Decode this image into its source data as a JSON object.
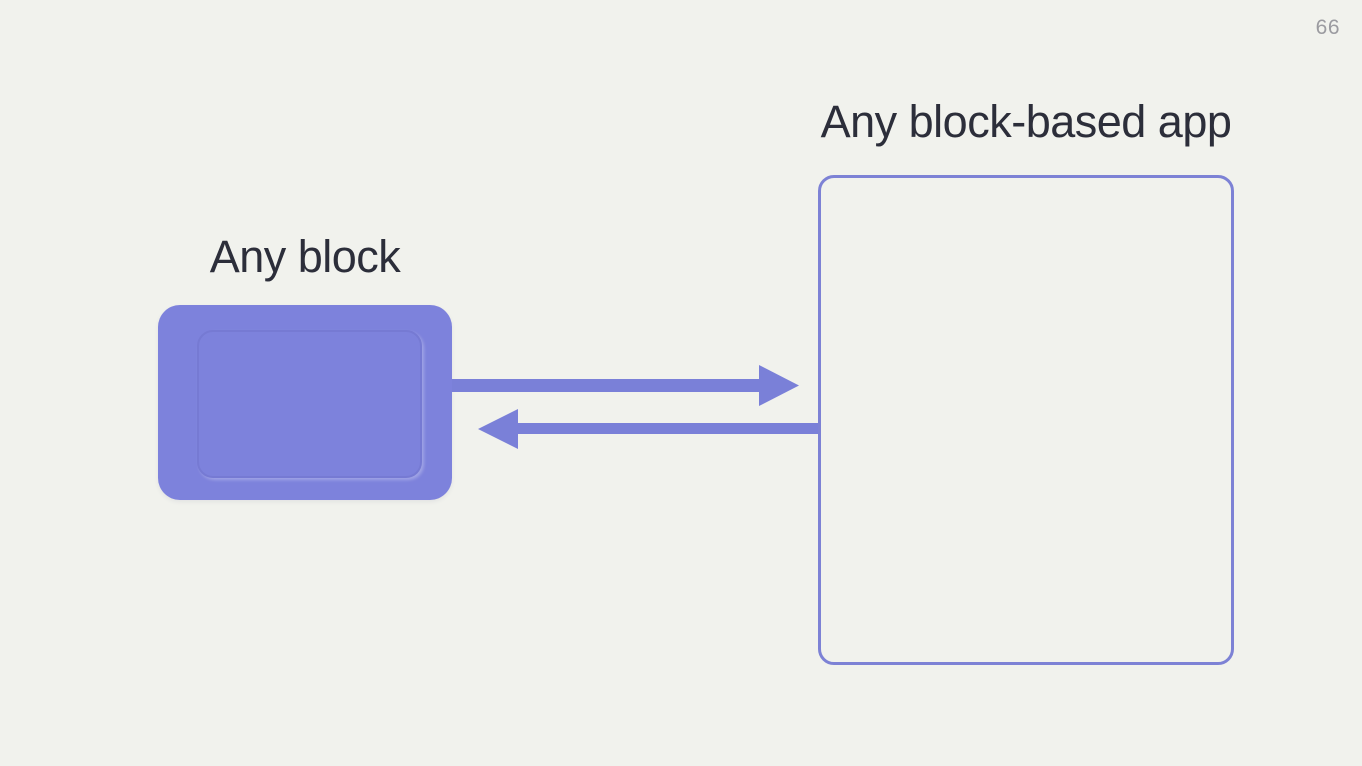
{
  "slide": {
    "page_number": "66",
    "background_color": "#F1F2ED",
    "text_color": "#2C2E3A"
  },
  "block": {
    "label": "Any block",
    "fill_color": "#7D82DC"
  },
  "app": {
    "label": "Any block-based app",
    "border_color": "#7D82D5"
  },
  "arrows": {
    "color": "#7A80D8",
    "items": [
      {
        "name": "block-to-app-arrow",
        "direction": "right",
        "from": "Any block",
        "to": "Any block-based app"
      },
      {
        "name": "app-to-block-arrow",
        "direction": "left",
        "from": "Any block-based app",
        "to": "Any block"
      }
    ]
  }
}
